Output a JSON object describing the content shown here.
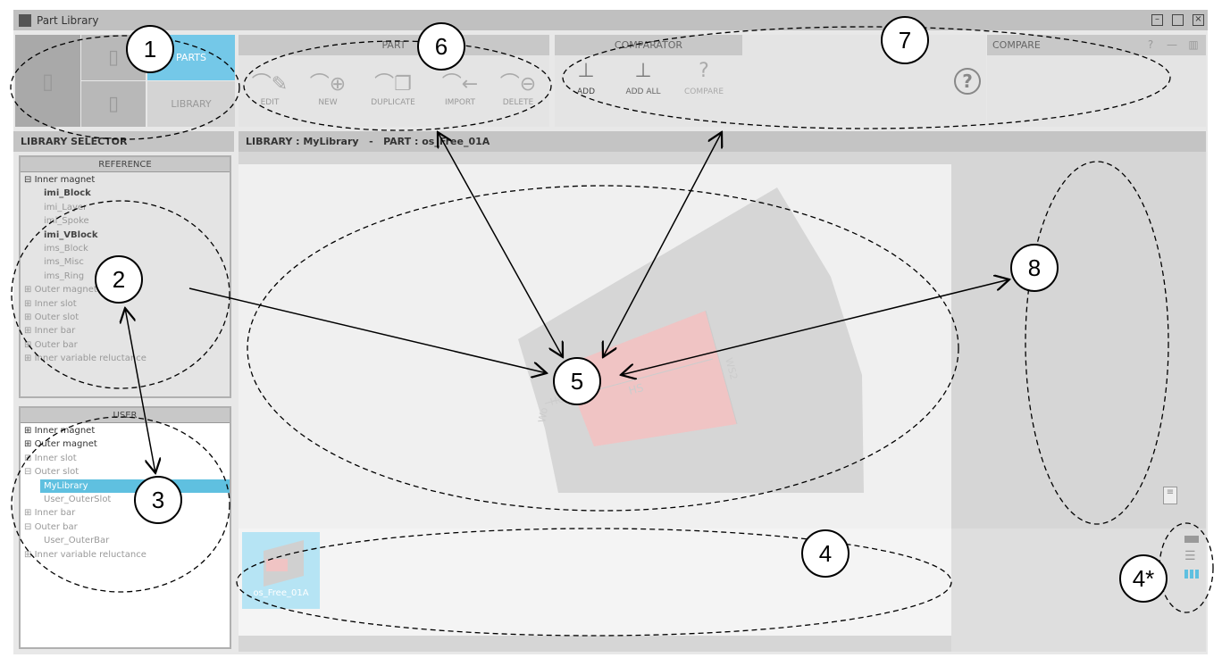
{
  "window": {
    "title": "Part Library",
    "controls": [
      "minimize",
      "maximize",
      "close"
    ]
  },
  "mode_tiles": {
    "parts": "PARTS",
    "library": "LIBRARY"
  },
  "part_panel": {
    "title": "PART",
    "buttons": [
      "EDIT",
      "NEW",
      "DUPLICATE",
      "IMPORT",
      "DELETE"
    ]
  },
  "comparator_panel": {
    "title": "COMPARATOR",
    "buttons": [
      "ADD",
      "ADD ALL",
      "COMPARE"
    ]
  },
  "compare_panel": {
    "title": "COMPARE"
  },
  "library_selector": {
    "title": "LIBRARY SELECTOR",
    "reference": {
      "title": "REFERENCE",
      "items": [
        {
          "label": "Inner magnet",
          "level": 0,
          "expanded": true
        },
        {
          "label": "imi_Block",
          "level": 1
        },
        {
          "label": "imi_Layer",
          "level": 1
        },
        {
          "label": "imi_Spoke",
          "level": 1
        },
        {
          "label": "imi_VBlock",
          "level": 1
        },
        {
          "label": "ims_Block",
          "level": 1
        },
        {
          "label": "ims_Misc",
          "level": 1
        },
        {
          "label": "ims_Ring",
          "level": 1
        },
        {
          "label": "Outer magnet",
          "level": 0
        },
        {
          "label": "Inner slot",
          "level": 0
        },
        {
          "label": "Outer slot",
          "level": 0
        },
        {
          "label": "Inner bar",
          "level": 0
        },
        {
          "label": "Outer bar",
          "level": 0
        },
        {
          "label": "Inner variable reluctance",
          "level": 0
        }
      ]
    },
    "user": {
      "title": "USER",
      "items": [
        {
          "label": "Inner magnet",
          "level": 0
        },
        {
          "label": "Outer magnet",
          "level": 0
        },
        {
          "label": "Inner slot",
          "level": 0
        },
        {
          "label": "Outer slot",
          "level": 0,
          "expanded": true
        },
        {
          "label": "MyLibrary",
          "level": 1,
          "selected": true
        },
        {
          "label": "User_OuterSlot",
          "level": 1
        },
        {
          "label": "Inner bar",
          "level": 0
        },
        {
          "label": "Outer bar",
          "level": 0,
          "expanded": true
        },
        {
          "label": "User_OuterBar",
          "level": 1
        },
        {
          "label": "Inner variable reluctance",
          "level": 0
        }
      ]
    }
  },
  "main": {
    "header": "LIBRARY : MyLibrary   -   PART : os_Free_01A",
    "dimension_labels": [
      "HS",
      "WS2",
      "Wo",
      "HO"
    ],
    "thumbnail_label": "os_Free_01A"
  },
  "view_modes": [
    "strip-view",
    "list-view",
    "grid-view"
  ],
  "callouts": [
    "1",
    "2",
    "3",
    "4",
    "4*",
    "5",
    "6",
    "7",
    "8"
  ],
  "colors": {
    "accent": "#74c8e8",
    "selection": "#5fc0e0",
    "part": "#f0c4c4"
  }
}
